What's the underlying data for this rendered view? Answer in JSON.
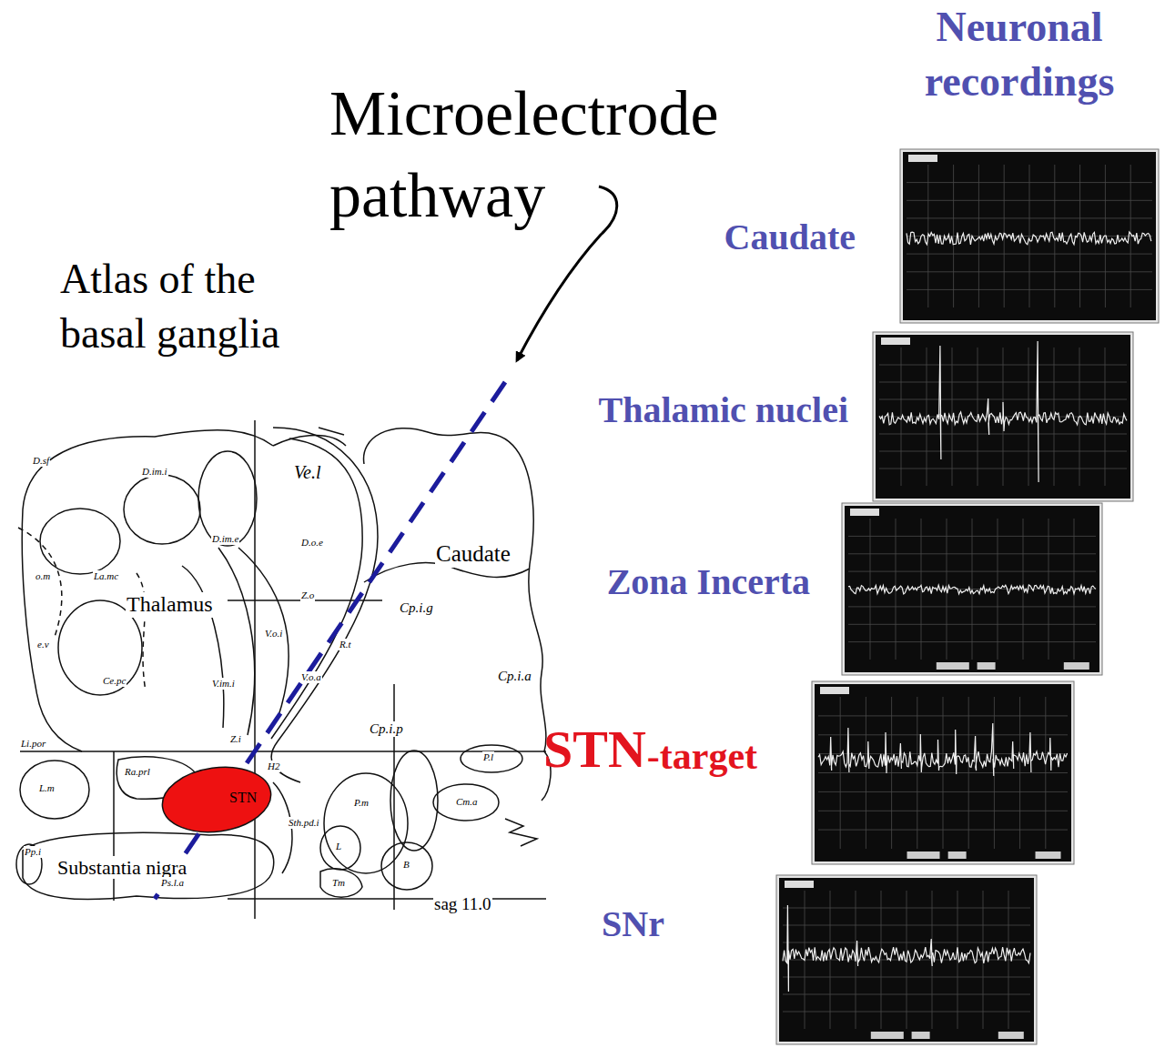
{
  "diagram": {
    "nodes": [
      {
        "text": [
          "STN"
        ]
      }
    ],
    "labels": [
      "Microelectrode pathway",
      "Atlas of the basal ganglia",
      "Neuronal recordings",
      "Caudate",
      "Thalamic nuclei",
      "Zona Incerta",
      "STN",
      "-target",
      "SNr",
      "Ve.l",
      "Caudate",
      "Thalamus",
      "Substantia nigra",
      "sag 11.0",
      "D.sf",
      "D.im.i",
      "D.im.e",
      "D.o.e",
      "o.m",
      "La.mc",
      "e.v",
      "Ce.pc",
      "V.im.i",
      "V.o.i",
      "V.o.a",
      "Z.o",
      "R.t",
      "Cp.i.g",
      "Cp.i.p",
      "Cp.i.a",
      "Li.por",
      "P.l",
      "Cm.a",
      "P.m",
      "L.m",
      "Z.i",
      "Ra.prl",
      "H2",
      "Sth.pd.i",
      "Ps.l.a",
      "Tm",
      "L",
      "B",
      "Pp.i"
    ]
  }
}
